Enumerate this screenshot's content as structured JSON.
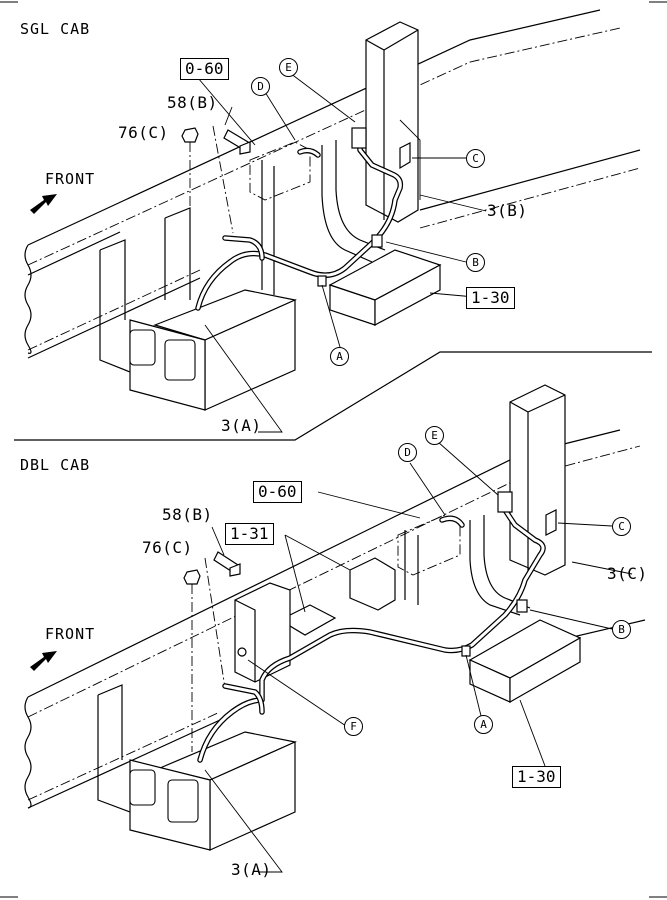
{
  "sections": [
    {
      "title": "SGL CAB",
      "front": "FRONT",
      "refs": [
        "0-60",
        "1-30"
      ],
      "parts": [
        "58(B)",
        "76(C)",
        "3(B)",
        "3(A)"
      ],
      "callouts": [
        "D",
        "E",
        "C",
        "B",
        "A"
      ]
    },
    {
      "title": "DBL CAB",
      "front": "FRONT",
      "refs": [
        "0-60",
        "1-31",
        "1-30"
      ],
      "parts": [
        "58(B)",
        "76(C)",
        "3(C)",
        "3(A)"
      ],
      "callouts": [
        "D",
        "E",
        "C",
        "B",
        "F",
        "A"
      ]
    }
  ]
}
